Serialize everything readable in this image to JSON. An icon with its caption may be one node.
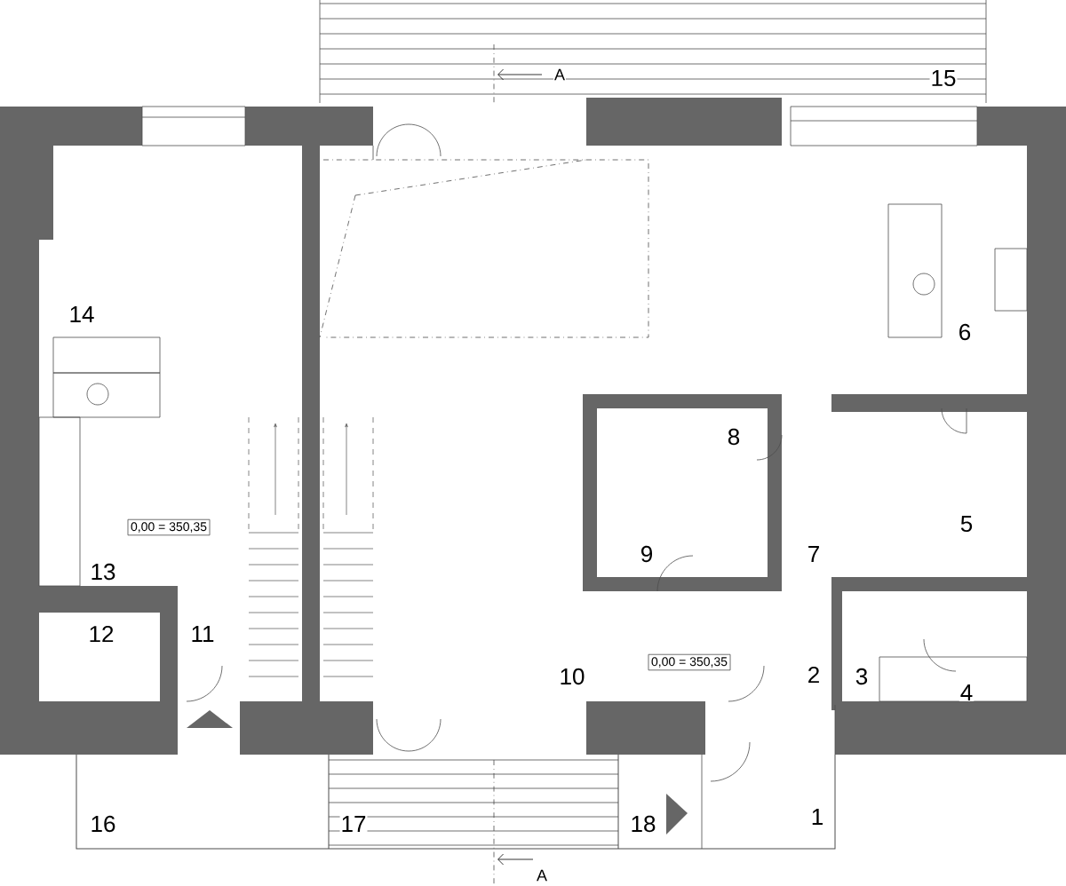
{
  "diagram": {
    "nodes": [
      {
        "text": [
          "0,00 = 350,35"
        ]
      },
      {
        "text": [
          "0,00 = 350,35"
        ]
      }
    ],
    "labels": [
      "A",
      "15",
      "14",
      "6",
      "8",
      "5",
      "13",
      "9",
      "7",
      "12",
      "11",
      "10",
      "2",
      "3",
      "4",
      "16",
      "17",
      "18",
      "1",
      "A"
    ]
  }
}
